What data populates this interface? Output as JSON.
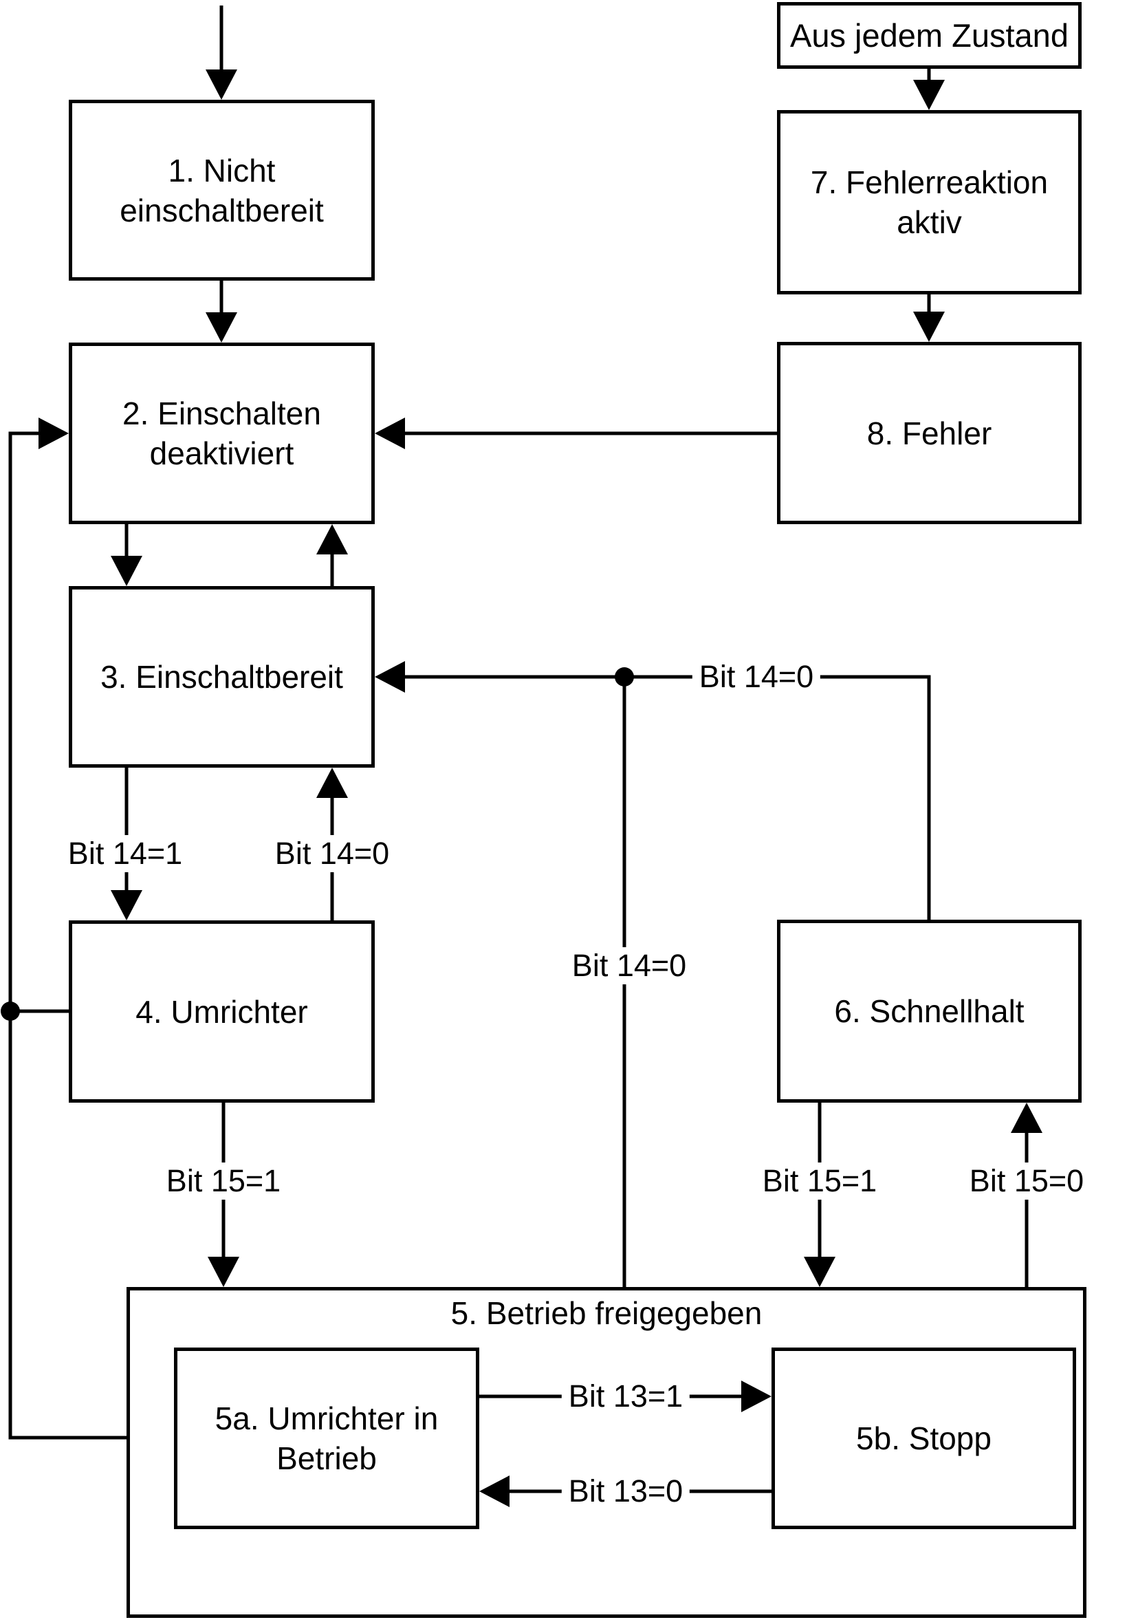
{
  "diagram": {
    "colors": {
      "background": "#ffffff",
      "line": "#000000",
      "text": "#000000"
    },
    "start_box": {
      "label": "Aus jedem Zustand"
    },
    "states": {
      "s1": {
        "lines": [
          "1. Nicht",
          "einschaltbereit"
        ]
      },
      "s2": {
        "lines": [
          "2. Einschalten",
          "deaktiviert"
        ]
      },
      "s3": {
        "lines": [
          "3. Einschaltbereit"
        ]
      },
      "s4": {
        "lines": [
          "4. Umrichter"
        ]
      },
      "s5": {
        "title": "5. Betrieb freigegeben"
      },
      "s5a": {
        "lines": [
          "5a. Umrichter in",
          "Betrieb"
        ]
      },
      "s5b": {
        "lines": [
          "5b. Stopp"
        ]
      },
      "s6": {
        "lines": [
          "6. Schnellhalt"
        ]
      },
      "s7": {
        "lines": [
          "7. Fehlerreaktion",
          "aktiv"
        ]
      },
      "s8": {
        "lines": [
          "8. Fehler"
        ]
      }
    },
    "transition_labels": {
      "bit14_eq1_s3_to_s4": "Bit 14=1",
      "bit14_eq0_s4_to_s3": "Bit 14=0",
      "bit14_eq0_s5_to_s3": "Bit 14=0",
      "bit14_eq0_s6_to_s3": "Bit 14=0",
      "bit15_eq1_s4_to_s5": "Bit 15=1",
      "bit15_eq1_s6_to_s5": "Bit 15=1",
      "bit15_eq0_s5_to_s6": "Bit 15=0",
      "bit13_eq1_s5a_to_s5b": "Bit 13=1",
      "bit13_eq0_s5b_to_s5a": "Bit 13=0"
    }
  }
}
